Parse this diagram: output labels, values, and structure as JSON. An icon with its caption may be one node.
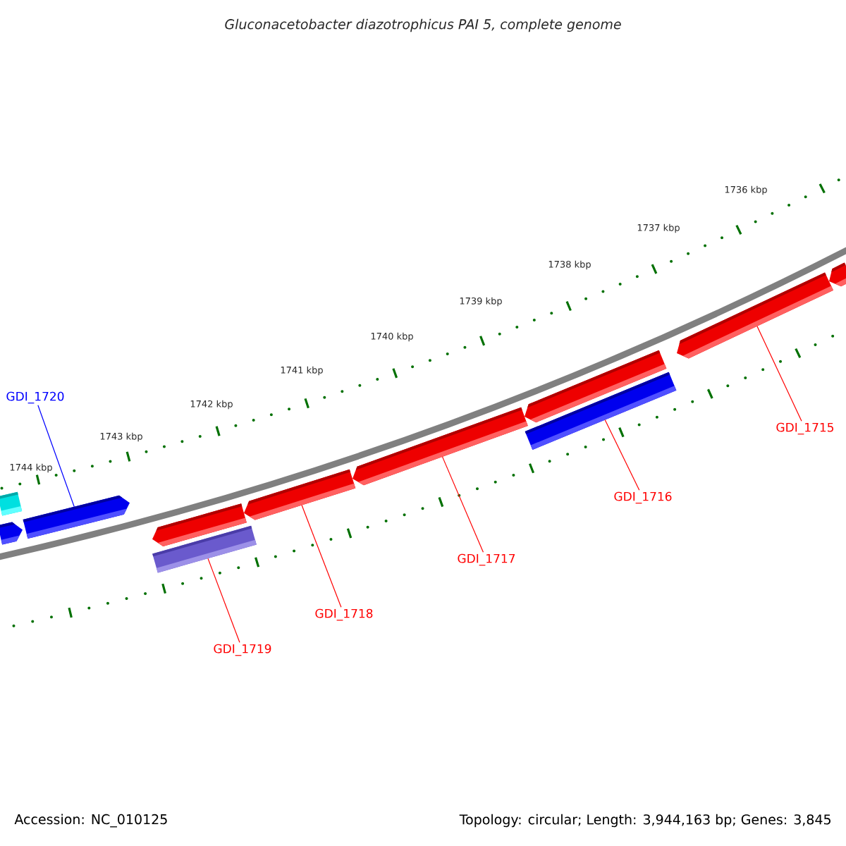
{
  "diagram": {
    "title": "Gluconacetobacter diazotrophicus PAI 5, complete genome",
    "nodes": [
      {
        "text": [
          "GDI_1720"
        ]
      },
      {
        "text": [
          "GDI_1719"
        ]
      },
      {
        "text": [
          "GDI_1718"
        ]
      },
      {
        "text": [
          "GDI_1717"
        ]
      },
      {
        "text": [
          "GDI_1716"
        ]
      },
      {
        "text": [
          "GDI_1715"
        ]
      },
      {
        "text": [],
        "shape": "bar"
      },
      {
        "text": [],
        "shape": "bar"
      },
      {
        "text": [],
        "shape": "bar"
      },
      {
        "text": [],
        "shape": "bar"
      },
      {
        "text": [],
        "shape": "bar"
      },
      {
        "text": [],
        "shape": "bar"
      },
      {
        "text": [],
        "shape": "bar"
      },
      {
        "text": [],
        "shape": "bar"
      },
      {
        "text": [],
        "shape": "bar"
      },
      {
        "text": [],
        "shape": "bar"
      },
      {
        "text": [],
        "shape": "bar"
      }
    ],
    "edges": [
      {
        "from": 0,
        "to": 8,
        "arrow": "none",
        "color": "#0000ff"
      },
      {
        "from": 1,
        "to": 10,
        "arrow": "none"
      },
      {
        "from": 2,
        "to": 11,
        "arrow": "none"
      },
      {
        "from": 3,
        "to": 12,
        "arrow": "none"
      },
      {
        "from": 4,
        "to": 13,
        "arrow": "none"
      },
      {
        "from": 5,
        "to": 15,
        "arrow": "none"
      }
    ],
    "labels": [
      "1736 kbp",
      "1737 kbp",
      "1738 kbp",
      "1739 kbp",
      "1740 kbp",
      "1741 kbp",
      "1742 kbp",
      "1743 kbp",
      "1744 kbp",
      "Accession: NC_010125",
      "Topology: circular; Length: 3,944,163 bp; Genes: 3,845"
    ]
  }
}
